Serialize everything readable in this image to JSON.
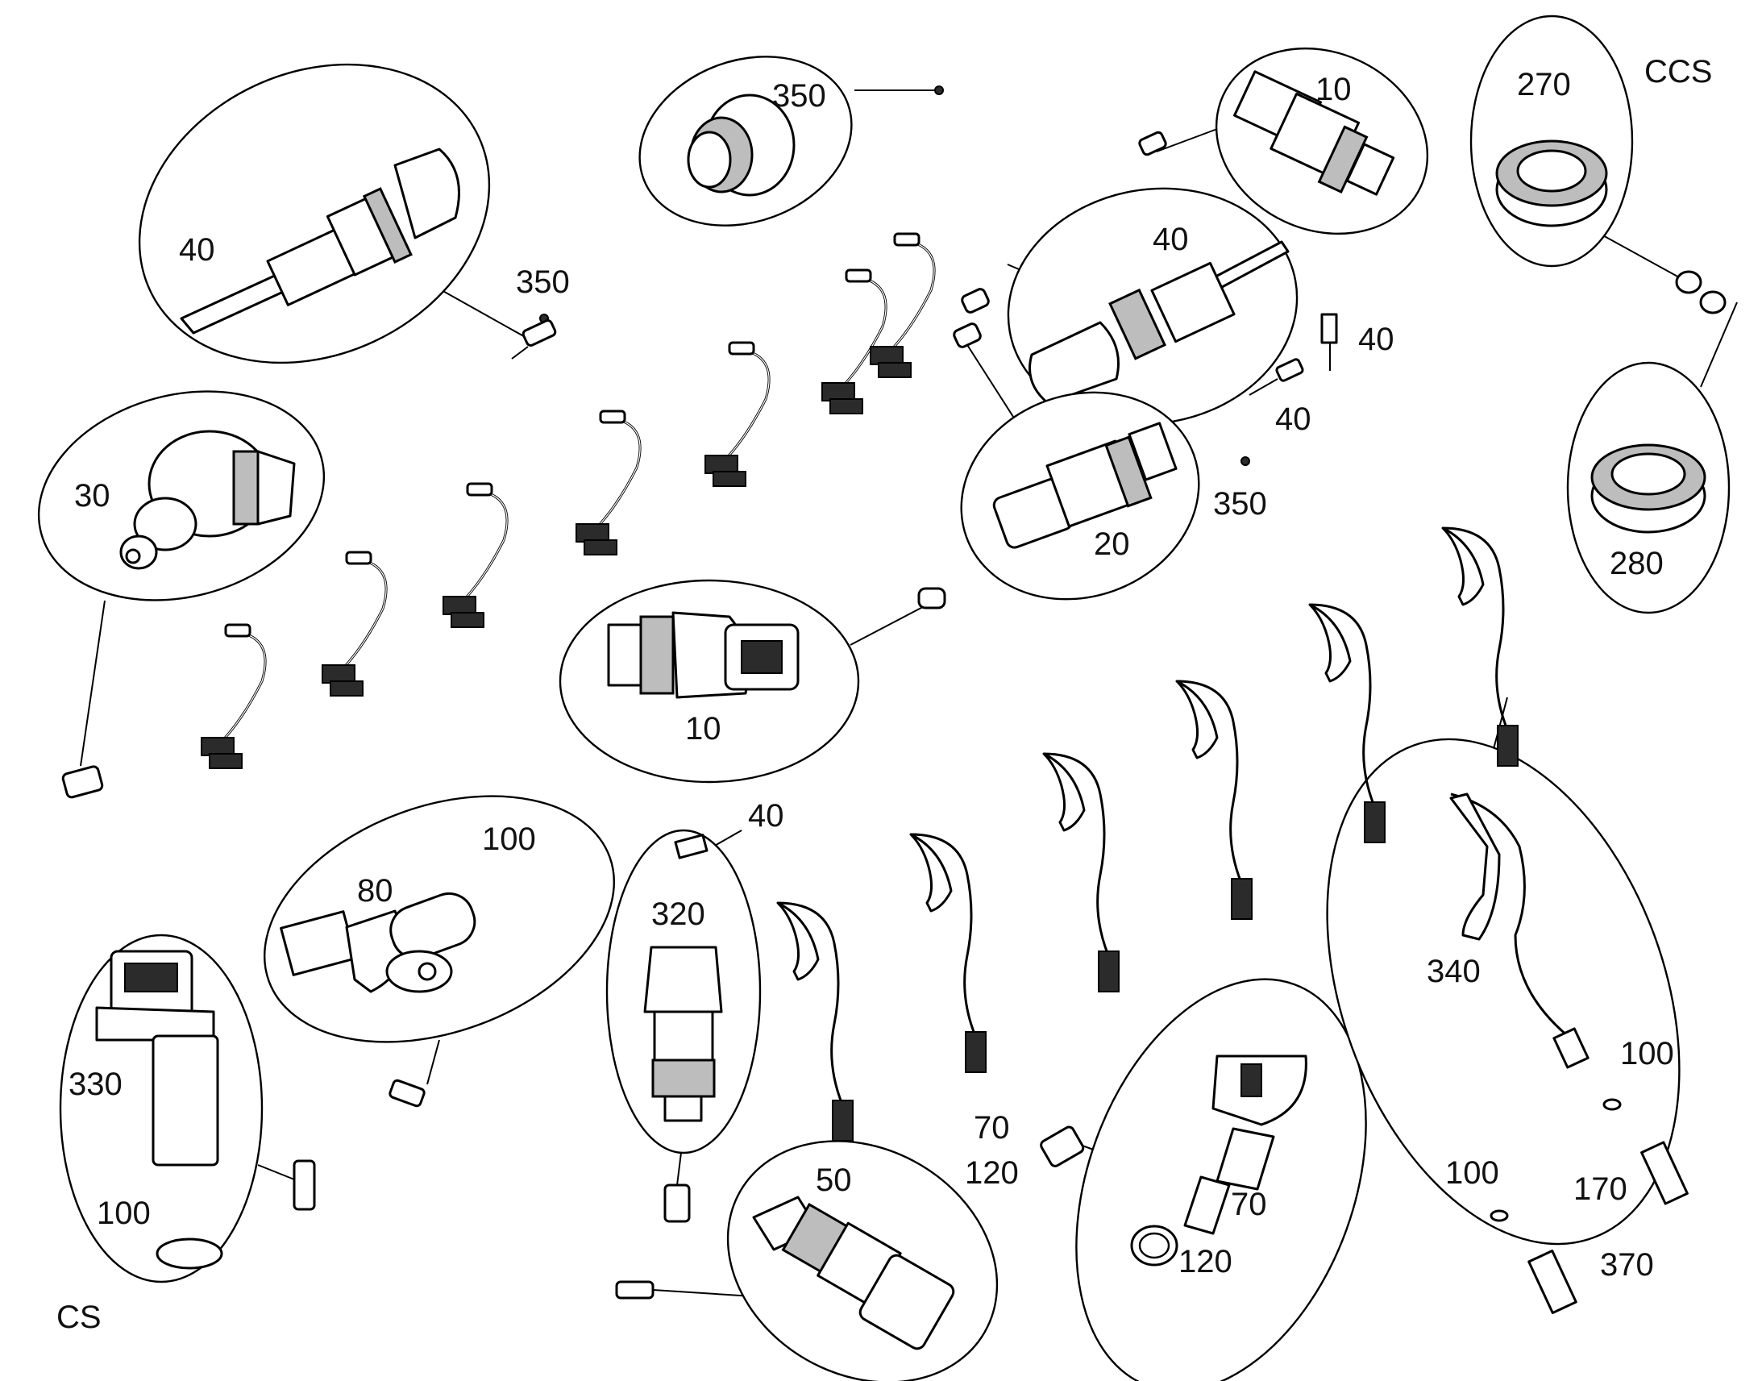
{
  "labels": {
    "ccs": "CCS",
    "cs": "CS",
    "l_40_a": "40",
    "l_350_a": "350",
    "l_350_b": "350",
    "l_10_a": "10",
    "l_270": "270",
    "l_40_b": "40",
    "l_40_c": "40",
    "l_40_d": "40",
    "l_350_c": "350",
    "l_280": "280",
    "l_30": "30",
    "l_20": "20",
    "l_10_b": "10",
    "l_40_e": "40",
    "l_100_a": "100",
    "l_80": "80",
    "l_320": "320",
    "l_340": "340",
    "l_330": "330",
    "l_100_b": "100",
    "l_100_c": "100",
    "l_100_d": "100",
    "l_170": "170",
    "l_370": "370",
    "l_70_a": "70",
    "l_120_a": "120",
    "l_70_b": "70",
    "l_120_b": "120",
    "l_50": "50"
  }
}
